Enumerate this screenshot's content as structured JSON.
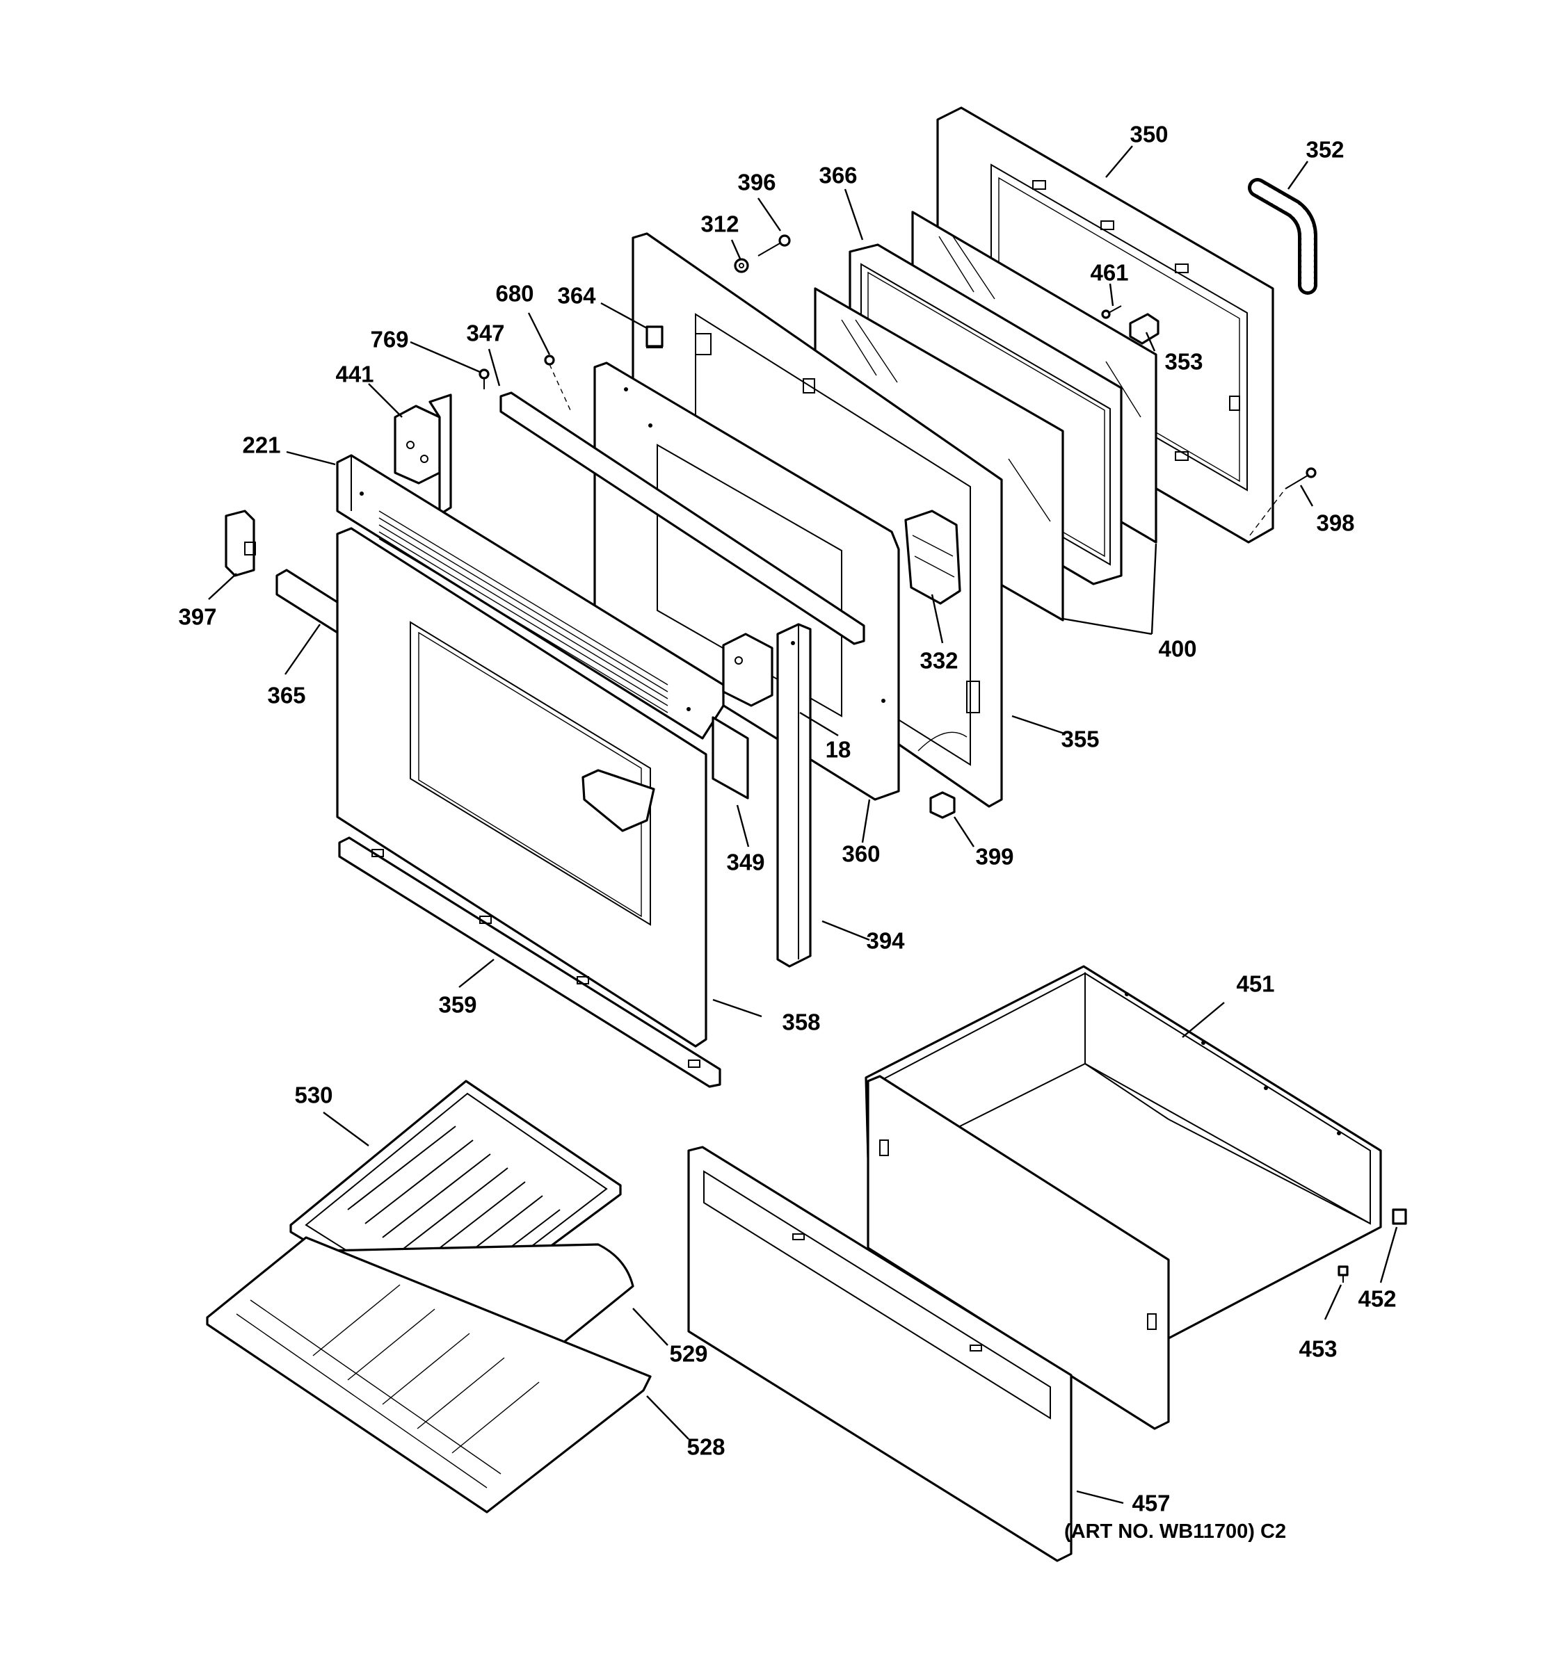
{
  "diagram": {
    "callouts": [
      {
        "id": "350",
        "text": "350"
      },
      {
        "id": "352",
        "text": "352"
      },
      {
        "id": "396",
        "text": "396"
      },
      {
        "id": "366",
        "text": "366"
      },
      {
        "id": "312",
        "text": "312"
      },
      {
        "id": "461",
        "text": "461"
      },
      {
        "id": "680",
        "text": "680"
      },
      {
        "id": "364",
        "text": "364"
      },
      {
        "id": "353",
        "text": "353"
      },
      {
        "id": "769",
        "text": "769"
      },
      {
        "id": "347",
        "text": "347"
      },
      {
        "id": "441",
        "text": "441"
      },
      {
        "id": "221",
        "text": "221"
      },
      {
        "id": "398",
        "text": "398"
      },
      {
        "id": "397",
        "text": "397"
      },
      {
        "id": "400",
        "text": "400"
      },
      {
        "id": "332",
        "text": "332"
      },
      {
        "id": "365",
        "text": "365"
      },
      {
        "id": "355",
        "text": "355"
      },
      {
        "id": "18",
        "text": "18"
      },
      {
        "id": "349",
        "text": "349"
      },
      {
        "id": "360",
        "text": "360"
      },
      {
        "id": "399",
        "text": "399"
      },
      {
        "id": "394",
        "text": "394"
      },
      {
        "id": "451",
        "text": "451"
      },
      {
        "id": "359",
        "text": "359"
      },
      {
        "id": "358",
        "text": "358"
      },
      {
        "id": "530",
        "text": "530"
      },
      {
        "id": "452",
        "text": "452"
      },
      {
        "id": "453",
        "text": "453"
      },
      {
        "id": "529",
        "text": "529"
      },
      {
        "id": "528",
        "text": "528"
      },
      {
        "id": "457",
        "text": "457"
      }
    ],
    "art_number": "(ART NO. WB11700) C2"
  }
}
